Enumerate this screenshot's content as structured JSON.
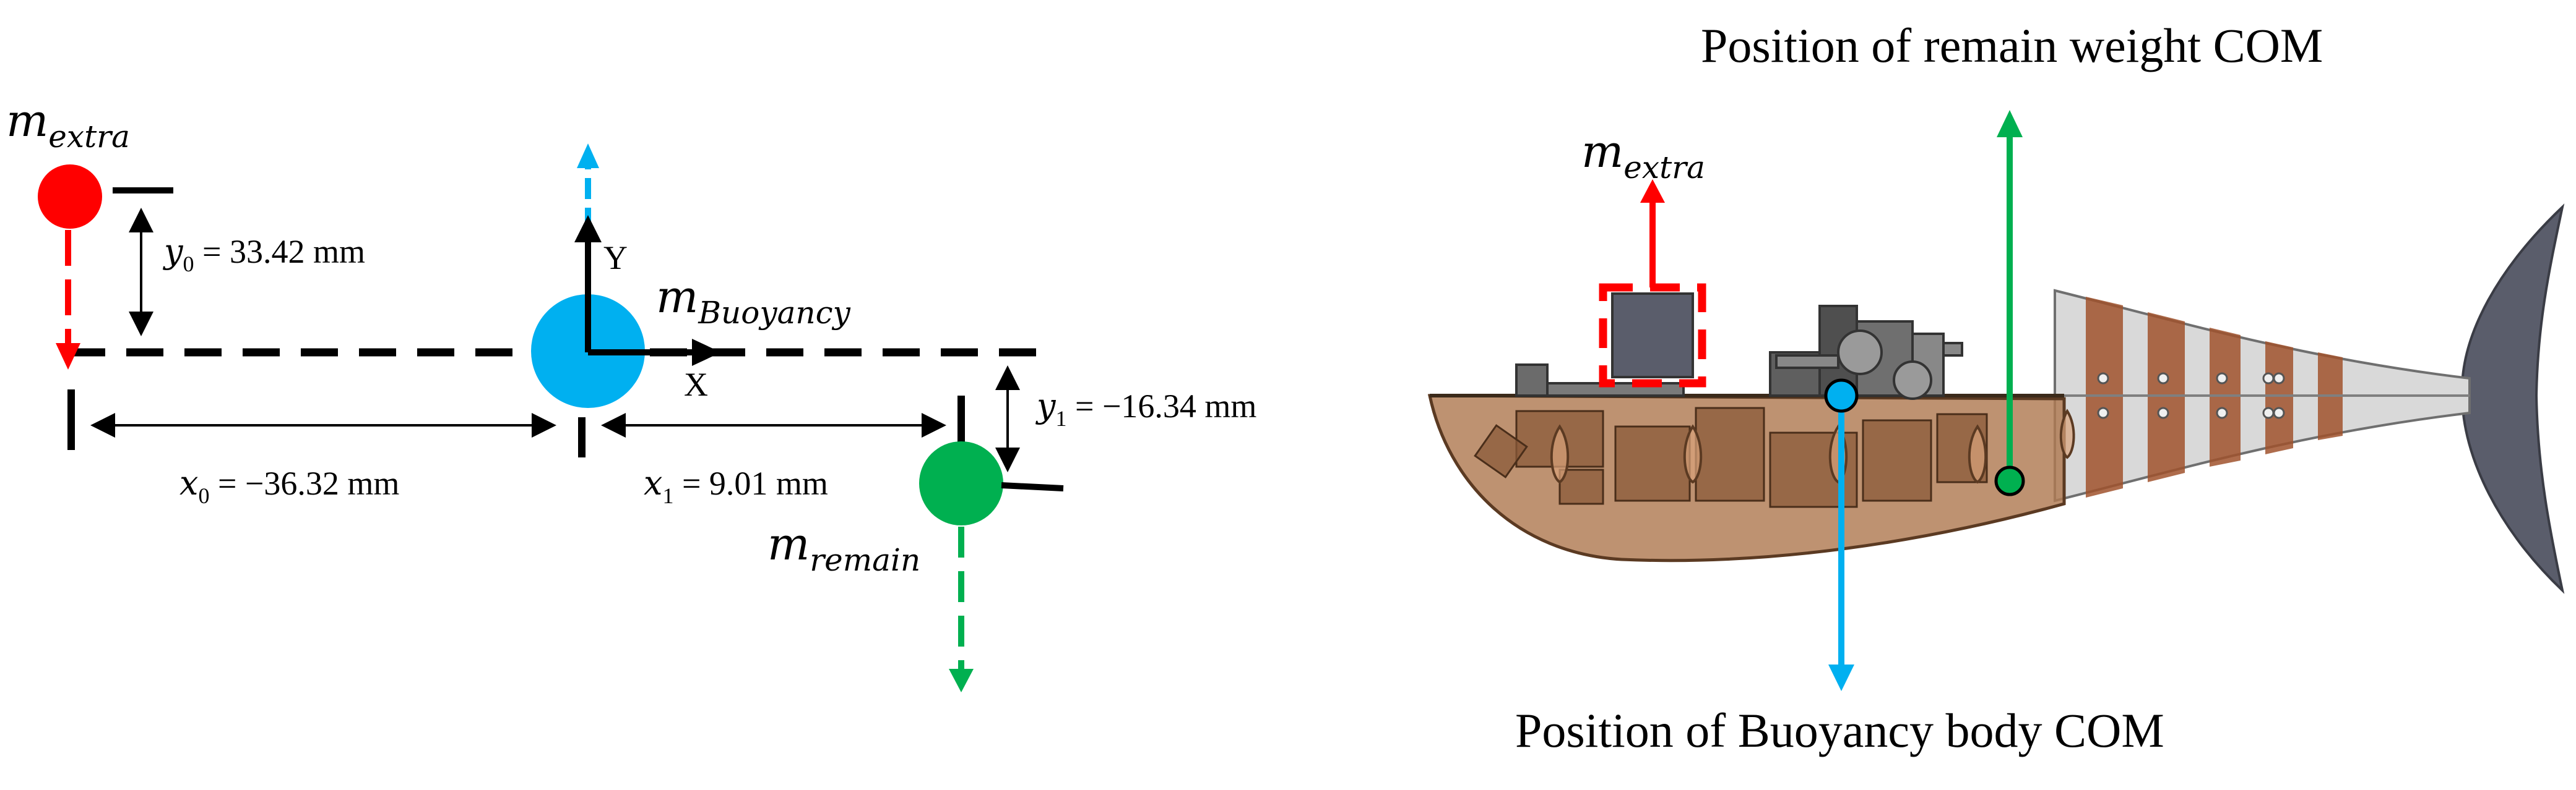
{
  "left_diagram": {
    "masses": {
      "extra": {
        "base": "m",
        "sub": "extra",
        "color": "#ff0000"
      },
      "buoyancy": {
        "base": "m",
        "sub": "Buoyancy",
        "color": "#00b0f0"
      },
      "remain": {
        "base": "m",
        "sub": "remain",
        "color": "#00b050"
      }
    },
    "axes": {
      "x_label": "X",
      "y_label": "Y"
    },
    "dimensions": {
      "y0": {
        "var": "y",
        "sub": "0",
        "text": " =  33.42 mm"
      },
      "y1": {
        "var": "y",
        "sub": "1",
        "text": " =  −16.34 mm"
      },
      "x0": {
        "var": "x",
        "sub": "0",
        "text": " = −36.32 mm"
      },
      "x1": {
        "var": "x",
        "sub": "1",
        "text": " =  9.01 mm"
      }
    }
  },
  "right_diagram": {
    "extra_label": {
      "base": "m",
      "sub": "extra"
    },
    "top_caption": "Position of remain weight COM",
    "bottom_caption": "Position of Buoyancy body COM",
    "colors": {
      "extra": "#ff0000",
      "buoyancy": "#00b0f0",
      "remain": "#00b050",
      "body": "#b07a52",
      "tail": "#5a5d6b"
    }
  }
}
